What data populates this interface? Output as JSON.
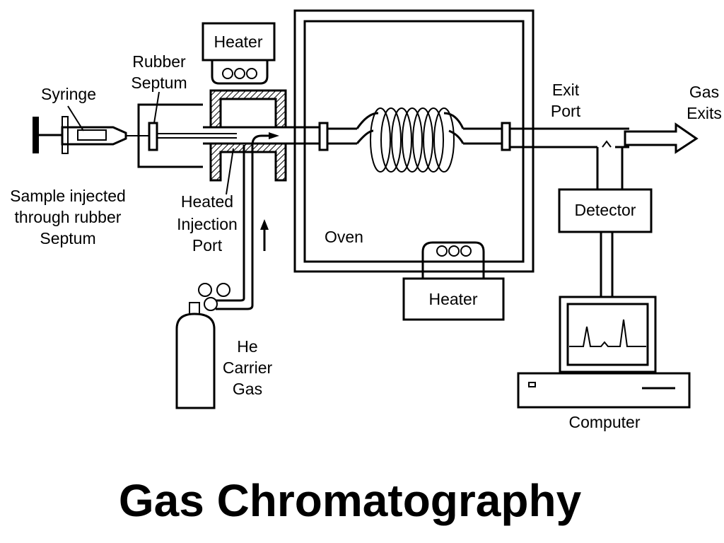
{
  "title": "Gas Chromatography",
  "labels": {
    "heater_top": "Heater",
    "rubber_septum": [
      "Rubber",
      "Septum"
    ],
    "syringe": "Syringe",
    "sample_note": [
      "Sample injected",
      "through rubber",
      "Septum"
    ],
    "heated_port": [
      "Heated",
      "Injection",
      "Port"
    ],
    "oven": "Oven",
    "heater_bottom": "Heater",
    "exit_port": [
      "Exit",
      "Port"
    ],
    "gas_exits": [
      "Gas",
      "Exits"
    ],
    "detector": "Detector",
    "computer": "Computer",
    "carrier_gas": [
      "He",
      "Carrier",
      "Gas"
    ]
  }
}
